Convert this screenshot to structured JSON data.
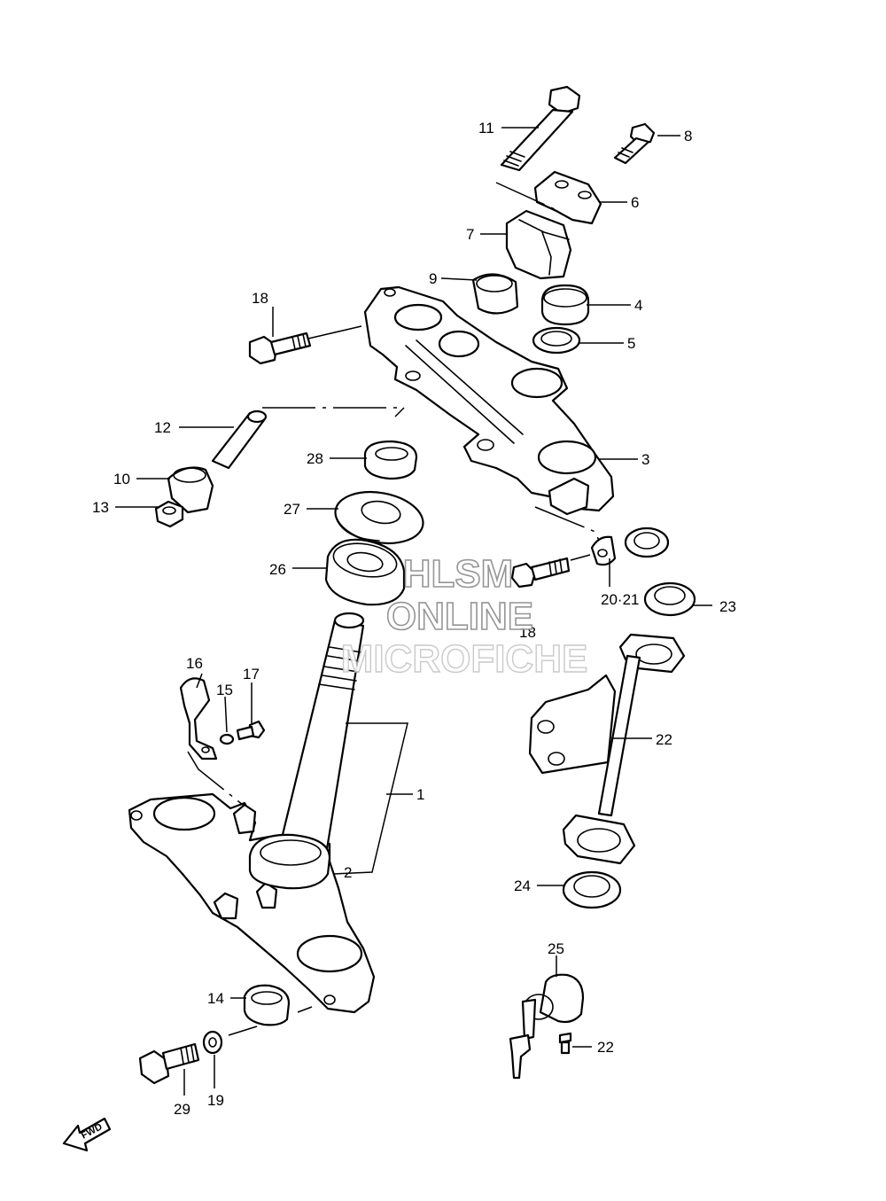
{
  "watermark": {
    "line1": "HLSM",
    "line2": "ONLINE",
    "line3": "MICROFICHE"
  },
  "fwd_label": "FWD",
  "callouts": [
    {
      "id": "c1",
      "text": "1"
    },
    {
      "id": "c2",
      "text": "2"
    },
    {
      "id": "c3",
      "text": "3"
    },
    {
      "id": "c4",
      "text": "4"
    },
    {
      "id": "c5",
      "text": "5"
    },
    {
      "id": "c6",
      "text": "6"
    },
    {
      "id": "c7",
      "text": "7"
    },
    {
      "id": "c8",
      "text": "8"
    },
    {
      "id": "c9",
      "text": "9"
    },
    {
      "id": "c10",
      "text": "10"
    },
    {
      "id": "c11",
      "text": "11"
    },
    {
      "id": "c12",
      "text": "12"
    },
    {
      "id": "c13",
      "text": "13"
    },
    {
      "id": "c14",
      "text": "14"
    },
    {
      "id": "c15",
      "text": "15"
    },
    {
      "id": "c16",
      "text": "16"
    },
    {
      "id": "c17",
      "text": "17"
    },
    {
      "id": "c18a",
      "text": "18"
    },
    {
      "id": "c18b",
      "text": "18"
    },
    {
      "id": "c19",
      "text": "19"
    },
    {
      "id": "c20",
      "text": "20·21"
    },
    {
      "id": "c22a",
      "text": "22"
    },
    {
      "id": "c22b",
      "text": "22"
    },
    {
      "id": "c23",
      "text": "23"
    },
    {
      "id": "c24",
      "text": "24"
    },
    {
      "id": "c25",
      "text": "25"
    },
    {
      "id": "c26",
      "text": "26"
    },
    {
      "id": "c27",
      "text": "27"
    },
    {
      "id": "c28",
      "text": "28"
    },
    {
      "id": "c29",
      "text": "29"
    }
  ]
}
